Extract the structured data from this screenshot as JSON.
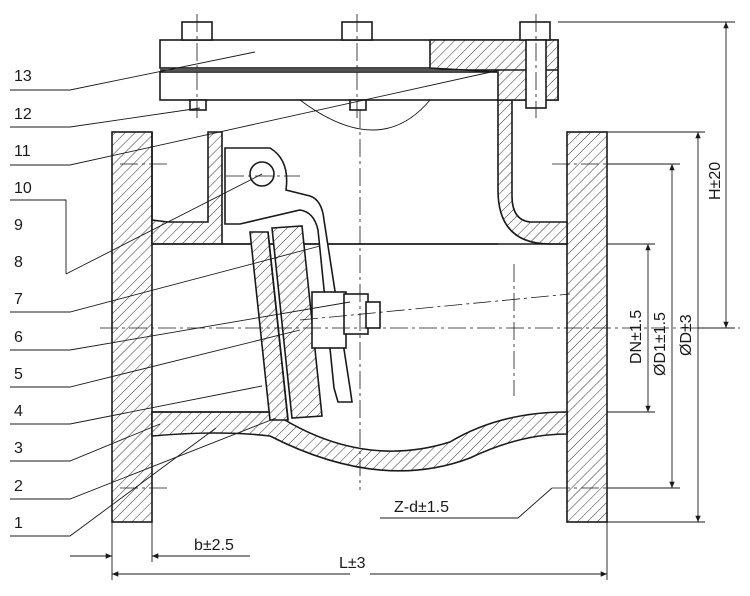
{
  "part_numbers": [
    "13",
    "12",
    "11",
    "10",
    "9",
    "8",
    "7",
    "6",
    "5",
    "4",
    "3",
    "2",
    "1"
  ],
  "dimensions": {
    "flange_thickness": "b±2.5",
    "length": "L±3",
    "bolt_holes": "Z-d±1.5",
    "height": "H±20",
    "nominal_diameter": "DN±1.5",
    "bolt_circle_diameter": "ØD1±1.5",
    "flange_diameter": "ØD±3"
  }
}
